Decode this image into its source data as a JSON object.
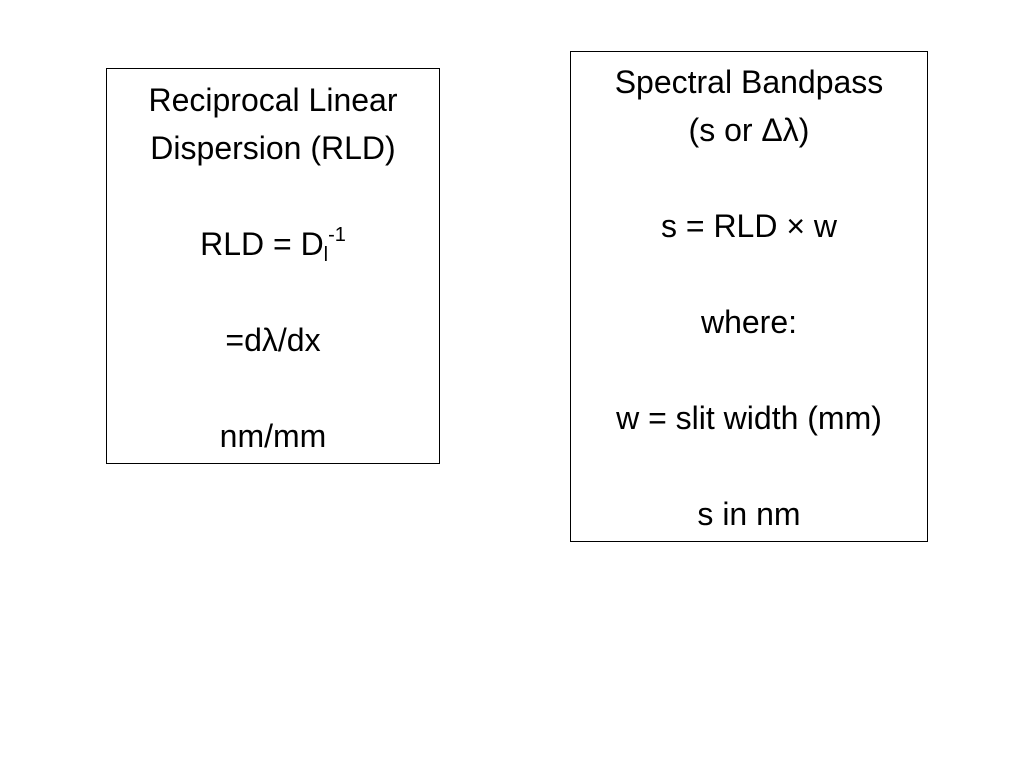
{
  "rld_box": {
    "title_line1": "Reciprocal Linear",
    "title_line2": "Dispersion (RLD)",
    "formula_base": "RLD = D",
    "formula_sub": "l",
    "formula_sup": "-1",
    "derivative": "=dλ/dx",
    "units": "nm/mm"
  },
  "bandpass_box": {
    "title_line1": "Spectral Bandpass",
    "title_line2": "(s or Δλ)",
    "formula": "s = RLD × w",
    "where_label": "where:",
    "w_definition": "w = slit width (mm)",
    "s_units": "s in nm"
  }
}
